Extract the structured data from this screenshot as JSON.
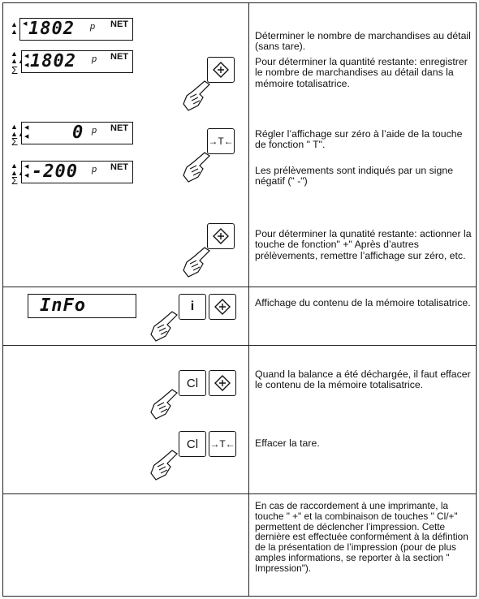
{
  "rows": {
    "r1": {
      "display_top": {
        "value": "1802",
        "unit": "p",
        "tag": "NET"
      },
      "display_sigma": {
        "value": "1802",
        "unit": "p",
        "tag": "NET"
      },
      "text_1": "Déterminer le nombre de marchandises au détail (sans tare).",
      "text_2": "Pour déterminer la quantité restante: enregistrer le nombre de marchandises au détail dans la mémoire totalisatrice."
    },
    "r2": {
      "display_zero": {
        "value": "0",
        "unit": "p",
        "tag": "NET"
      },
      "display_neg": {
        "value": "-200",
        "unit": "p",
        "tag": "NET"
      },
      "tare_key_label": "→T←",
      "text_1": "Régler l’affichage sur zéro à l’aide de la touche de fonction \" T\".",
      "text_2": "Les prélèvements sont indiqués par un signe négatif (\" -\")"
    },
    "r3": {
      "text_1": "Pour déterminer la qunatité restante: actionner la touche de fonction\" +\" Après d’autres prélèvements, remettre l’affichage sur zéro, etc."
    },
    "r4": {
      "display_info": "InFo",
      "info_key_label": "i",
      "text_1": "Affichage du contenu de la mémoire totalisatrice."
    },
    "r5": {
      "clear_key_label": "Cl",
      "tare_key_label": "→T←",
      "text_1": "Quand la balance a été déchargée, il faut effacer le contenu de la mémoire totalisatrice.",
      "text_2": "Effacer la tare."
    },
    "r6": {
      "text_1": "En cas de raccordement à une imprimante, la touche \" +\" et la combinaison de touches \" Cl/+\" permettent de déclencher l’impression. Cette dernière est effectuée conformément à la défintion de la présentation de l’impression (pour de plus amples informations, se reporter à la section \" Impression\")."
    }
  }
}
